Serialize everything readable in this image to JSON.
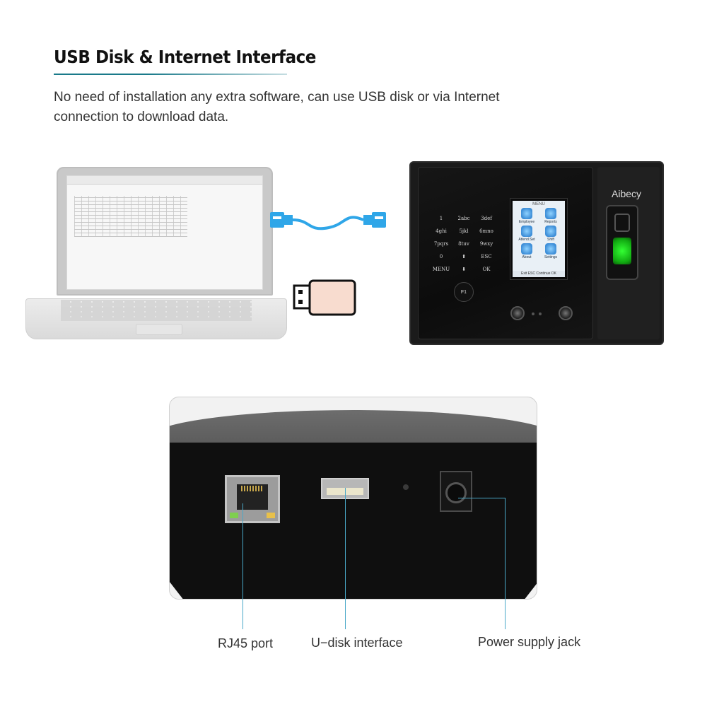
{
  "heading": {
    "title": "USB Disk & Internet Interface",
    "description": "No need of installation any extra software, can use USB disk or via Internet connection to download data."
  },
  "device": {
    "brand": "Aibecy",
    "keypad": [
      "1",
      "2abc",
      "3def",
      "4ghi",
      "5jkl",
      "6mno",
      "7pqrs",
      "8tuv",
      "9wxy",
      "0",
      "⬆",
      "ESC",
      "MENU",
      "⬇",
      "OK"
    ],
    "f1_label": "F1",
    "screen": {
      "header": "MENU",
      "items": [
        "Employee",
        "Reports",
        "Attend.Set",
        "Shift",
        "About",
        "Settings"
      ],
      "footer": "Exit    ESC  Continue  OK"
    }
  },
  "ports": {
    "rj45_label": "RJ45 port",
    "udisk_label": "U−disk interface",
    "power_label": "Power supply jack"
  },
  "colors": {
    "accent_line": "#4aa8c8",
    "cable_blue": "#2fa6e8",
    "fingerprint_green": "#33ff33"
  }
}
